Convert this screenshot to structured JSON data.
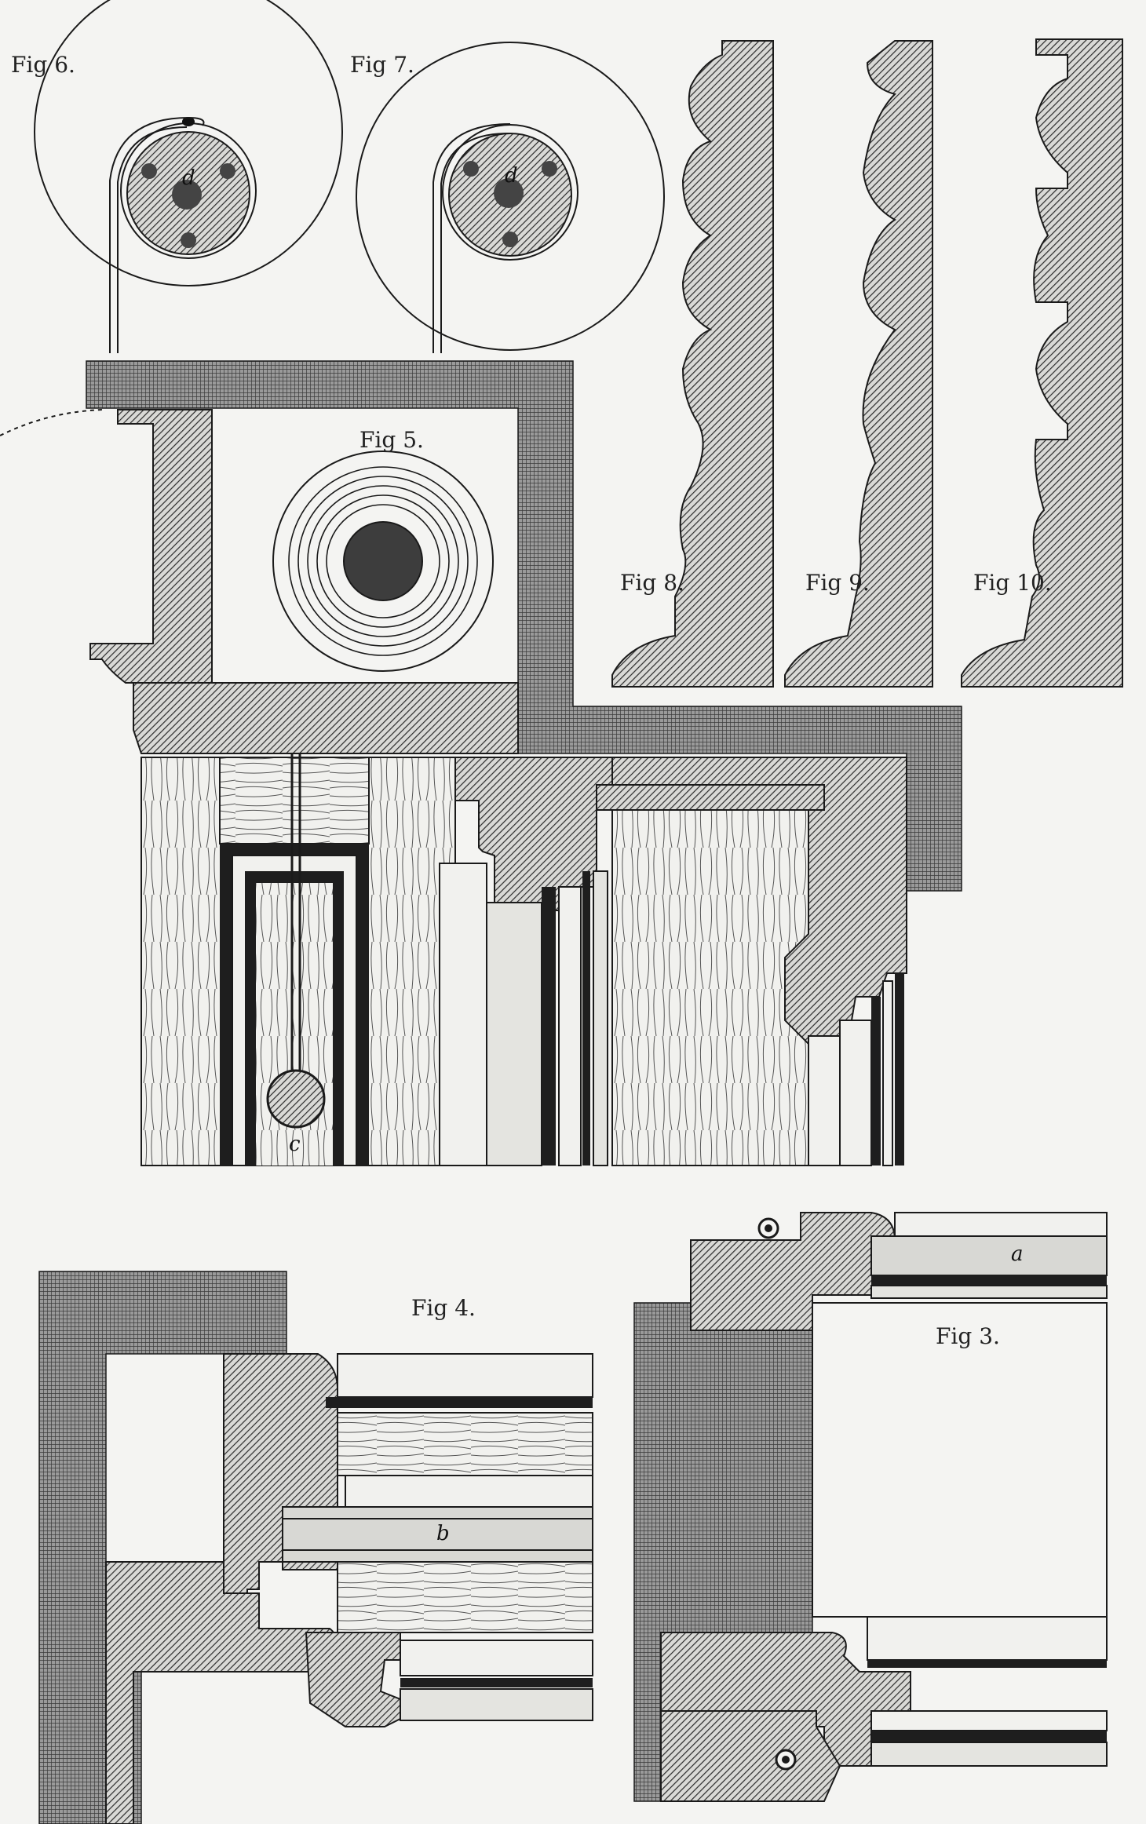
{
  "figures": {
    "fig3": "Fig 3.",
    "fig4": "Fig 4.",
    "fig5": "Fig 5.",
    "fig6": "Fig 6.",
    "fig7": "Fig 7.",
    "fig8": "Fig 8.",
    "fig9": "Fig 9.",
    "fig10": "Fig 10."
  },
  "letters": {
    "a": "a",
    "b": "b",
    "c": "c",
    "d6": "d",
    "d7": "d"
  },
  "colors": {
    "paper": "#f4f4f2",
    "ink": "#1a1a1a",
    "section_fill": "#7a7a7a",
    "masonry_fill": "#8c8c8c"
  }
}
